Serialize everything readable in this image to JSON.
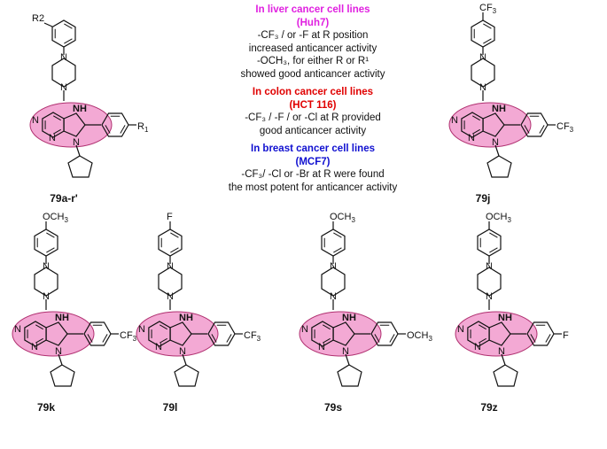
{
  "notes": {
    "liver": {
      "heading": "In liver cancer cell lines",
      "cell": "(Huh7)",
      "color": "#e020e0",
      "lines": [
        "-CF₃ / or -F at R position",
        "increased anticancer activity",
        "-OCH₃, for either R or R¹",
        "showed good anticancer activity"
      ]
    },
    "colon": {
      "heading": "In colon cancer cell lines",
      "cell": "(HCT 116)",
      "color": "#e00000",
      "lines": [
        "-CF₃ / -F / or -Cl at R provided",
        "good anticancer activity"
      ]
    },
    "breast": {
      "heading": "In breast cancer cell lines",
      "cell": "(MCF7)",
      "color": "#1010d0",
      "lines": [
        "-CF₃/ -Cl or -Br at R were found",
        "the most potent for anticancer activity"
      ]
    }
  },
  "colors": {
    "highlight": "#f3a9d4",
    "highlight_stroke": "#b03070",
    "nitrogen": "#1f2fd0",
    "fluorine": "#7ed321",
    "bond": "#111111"
  },
  "compounds": [
    {
      "id": "79a-r'",
      "top_sub": "R2",
      "aryl_sub": "R",
      "aryl_sub_index": "1"
    },
    {
      "id": "79j",
      "top_sub": "CF",
      "top_sub_index": "3",
      "aryl_sub": "CF",
      "aryl_sub_index": "3"
    },
    {
      "id": "79k",
      "top_sub": "OCH",
      "top_sub_index": "3",
      "aryl_sub": "CF",
      "aryl_sub_index": "3"
    },
    {
      "id": "79l",
      "top_sub": "F",
      "aryl_sub": "CF",
      "aryl_sub_index": "3"
    },
    {
      "id": "79s",
      "top_sub": "OCH",
      "top_sub_index": "3",
      "aryl_sub": "OCH",
      "aryl_sub_index": "3"
    },
    {
      "id": "79z",
      "top_sub": "OCH",
      "top_sub_index": "3",
      "aryl_sub": "F"
    }
  ],
  "atoms": {
    "n": "N",
    "nh": "NH"
  }
}
